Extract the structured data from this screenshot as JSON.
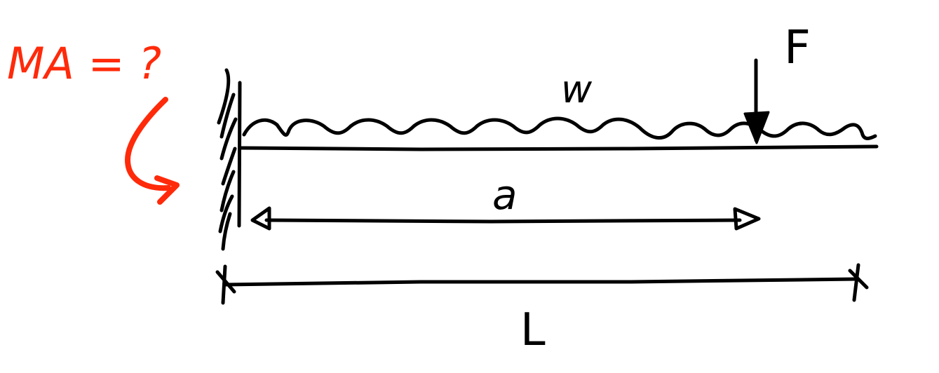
{
  "colors": {
    "ink": "#000000",
    "annotation": "#ff2a0a",
    "background": "#ffffff"
  },
  "labels": {
    "moment_reaction": "MA = ?",
    "distributed_load": "w",
    "point_load": "F",
    "load_position": "a",
    "beam_length": "L"
  }
}
